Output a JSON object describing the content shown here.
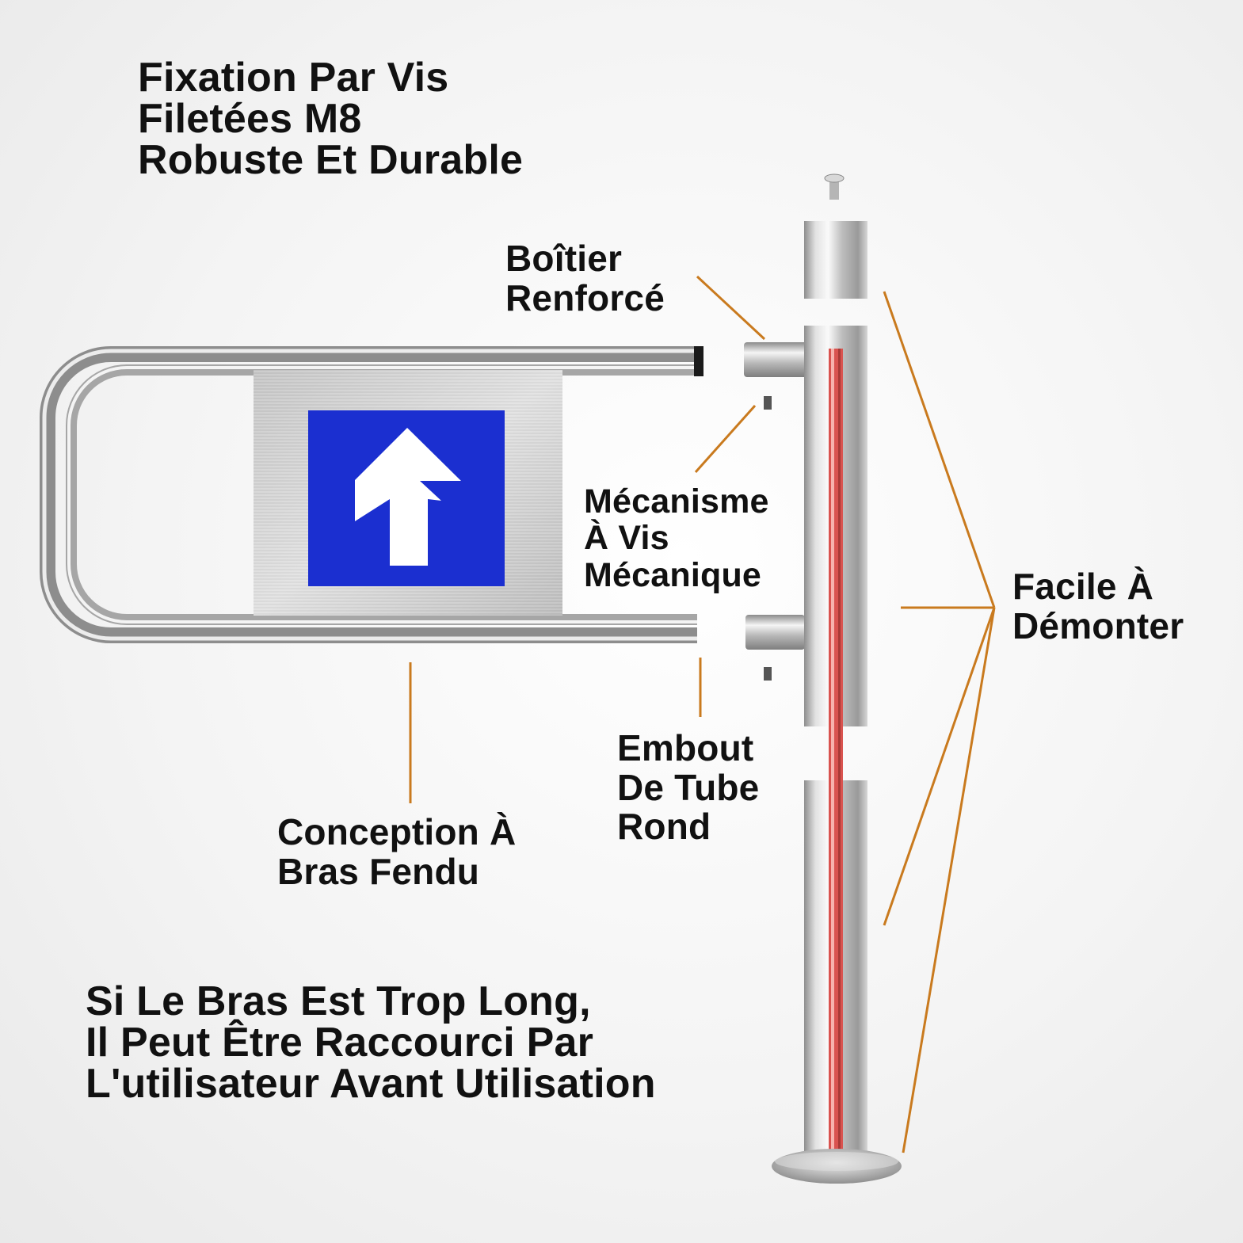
{
  "headline": {
    "line1": "Fixation Par Vis",
    "line2": "Filetées M8",
    "line3": "Robuste Et Durable"
  },
  "callouts": {
    "boitier": {
      "line1": "Boîtier",
      "line2": "Renforcé"
    },
    "mecanisme": {
      "line1": "Mécanisme",
      "line2": "À Vis",
      "line3": "Mécanique"
    },
    "facile": {
      "line1": "Facile À",
      "line2": "Démonter"
    },
    "embout": {
      "line1": "Embout",
      "line2": "De Tube",
      "line3": "Rond"
    },
    "conception": {
      "line1": "Conception À",
      "line2": "Bras Fendu"
    }
  },
  "footer_note": {
    "line1": "Si Le Bras Est Trop Long,",
    "line2": "Il Peut Être Raccourci Par",
    "line3": "L'utilisateur Avant Utilisation"
  },
  "sign": {
    "icon": "arrow-up-icon",
    "background": "#1b2fd0",
    "arrow_color": "#ffffff"
  },
  "colors": {
    "leader_line": "#c97a1e",
    "inner_rod": "#d9534f",
    "steel": "#c9c9c9"
  }
}
